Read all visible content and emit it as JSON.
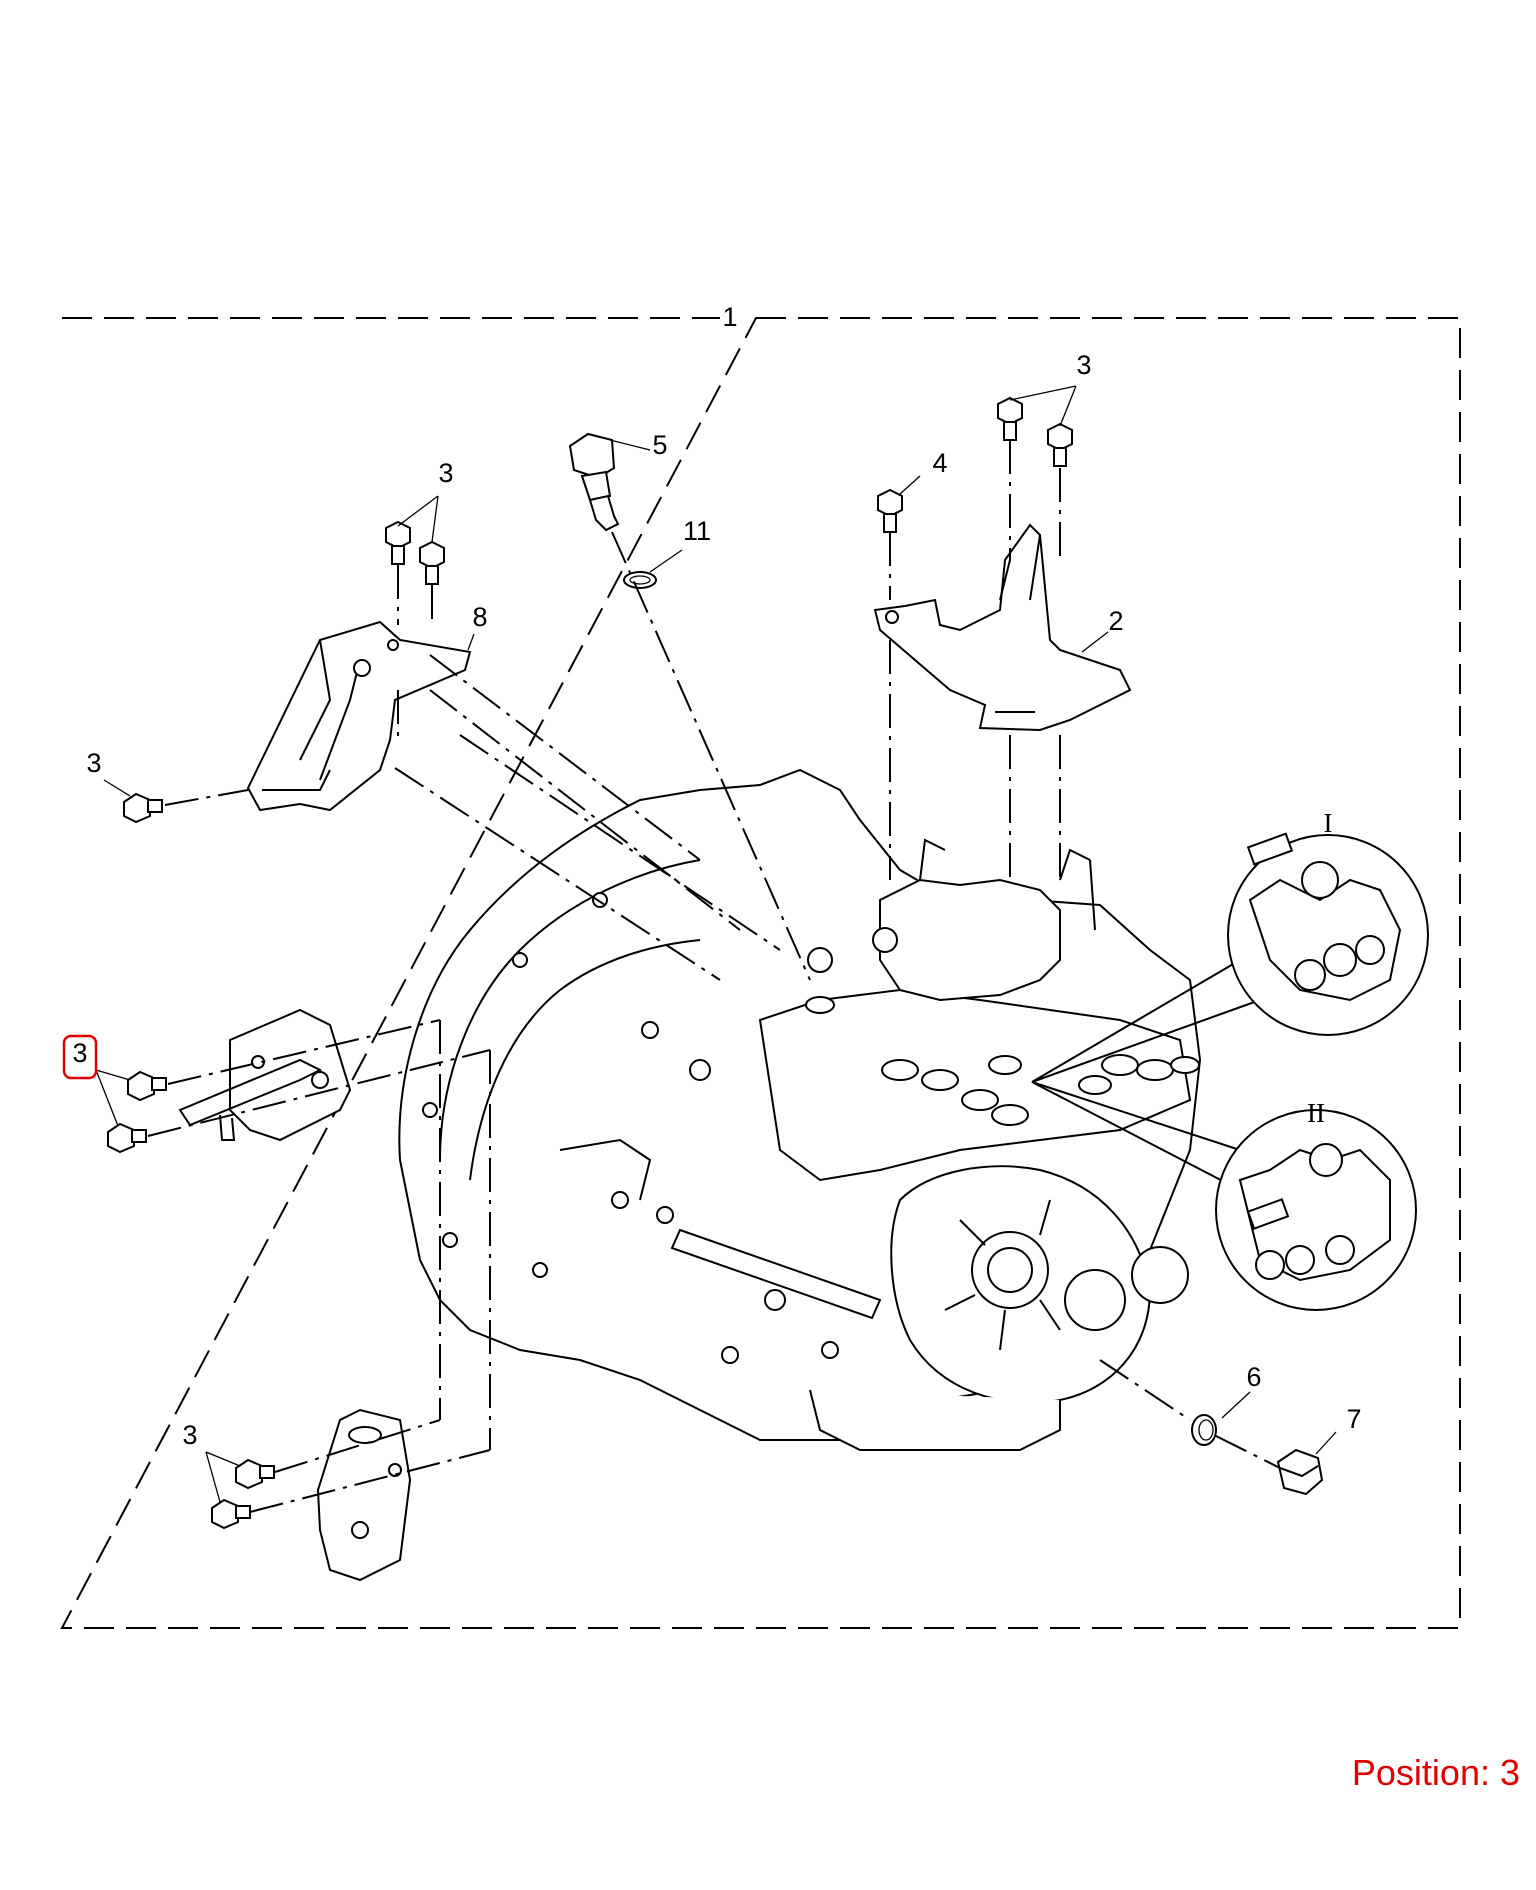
{
  "callouts": {
    "assembly": "1",
    "bracket_right": "2",
    "bolt": "3",
    "bolt_4": "4",
    "sensor": "5",
    "washer": "6",
    "plug": "7",
    "bracket_left": "8",
    "o_ring": "11"
  },
  "details": {
    "detail_1": "I",
    "detail_2": "II"
  },
  "highlight": {
    "callout": "3",
    "color": "#e00000"
  },
  "position_label": "Position: 3"
}
